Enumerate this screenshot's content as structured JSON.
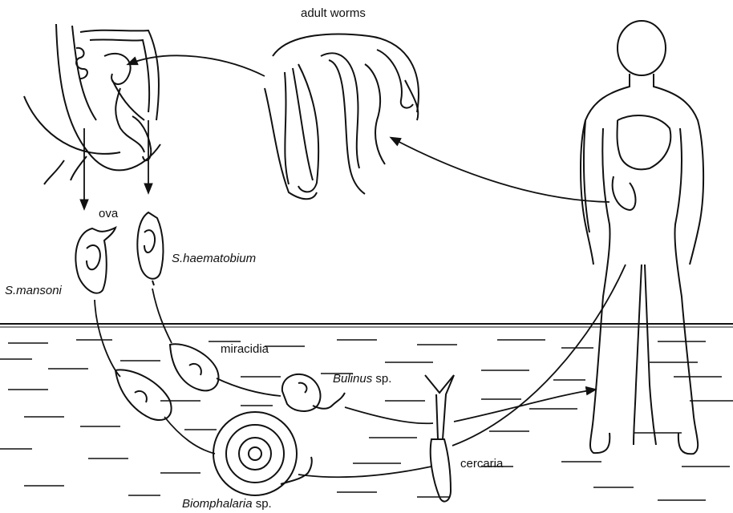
{
  "labels": {
    "adult_worms": "adult worms",
    "ova": "ova",
    "s_mansoni": "S.mansoni",
    "s_haematobium": "S.haematobium",
    "miracidia": "miracidia",
    "bulinus_genus": "Bulinus",
    "bulinus_sp": "sp.",
    "cercaria": "cercaria",
    "biomphalaria_genus": "Biomphalaria",
    "biomphalaria_sp": "sp."
  }
}
